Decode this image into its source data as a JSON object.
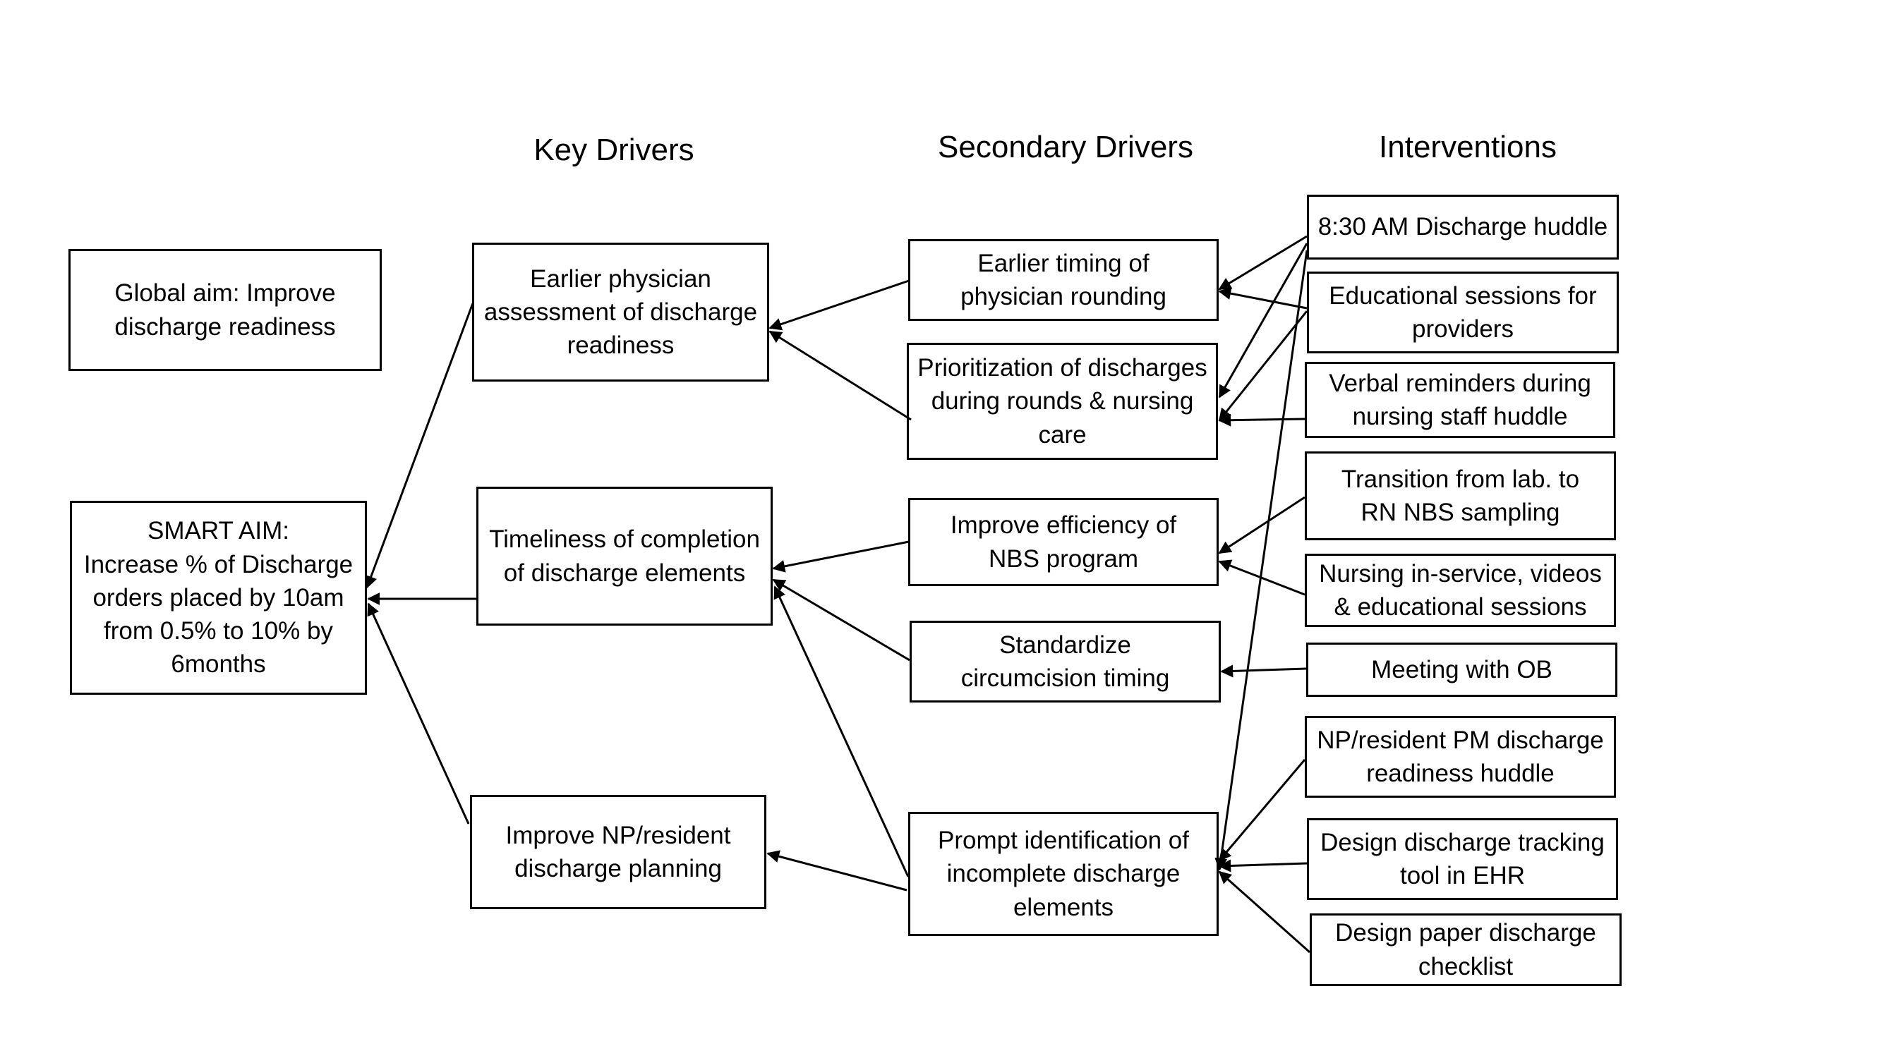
{
  "headers": {
    "key_drivers": "Key Drivers",
    "secondary_drivers": "Secondary Drivers",
    "interventions": "Interventions"
  },
  "aims": {
    "global": "Global aim: Improve\ndischarge readiness",
    "smart": "SMART AIM:\nIncrease % of Discharge\norders placed by 10am\nfrom 0.5% to 10% by\n6months"
  },
  "key_drivers": {
    "earlier_assessment": "Earlier physician\nassessment of discharge\nreadiness",
    "timeliness": "Timeliness of completion\nof discharge elements",
    "np_planning": "Improve NP/resident\ndischarge planning"
  },
  "secondary_drivers": {
    "earlier_rounding": "Earlier timing of\nphysician rounding",
    "prioritization": "Prioritization of discharges\nduring rounds & nursing\ncare",
    "nbs_efficiency": "Improve efficiency of\nNBS program",
    "circumcision": "Standardize\ncircumcision timing",
    "prompt_identification": "Prompt identification of\nincomplete discharge\nelements"
  },
  "interventions": {
    "huddle_830": "8:30 AM Discharge huddle",
    "educational_sessions": "Educational sessions for\nproviders",
    "verbal_reminders": "Verbal reminders during\nnursing staff huddle",
    "transition_nbs": "Transition from lab. to\nRN NBS sampling",
    "nursing_inservice": "Nursing in-service, videos\n& educational sessions",
    "meeting_ob": "Meeting with OB",
    "pm_huddle": "NP/resident PM discharge\nreadiness huddle",
    "tracking_tool": "Design discharge tracking\ntool in EHR",
    "paper_checklist": "Design paper discharge\nchecklist"
  }
}
